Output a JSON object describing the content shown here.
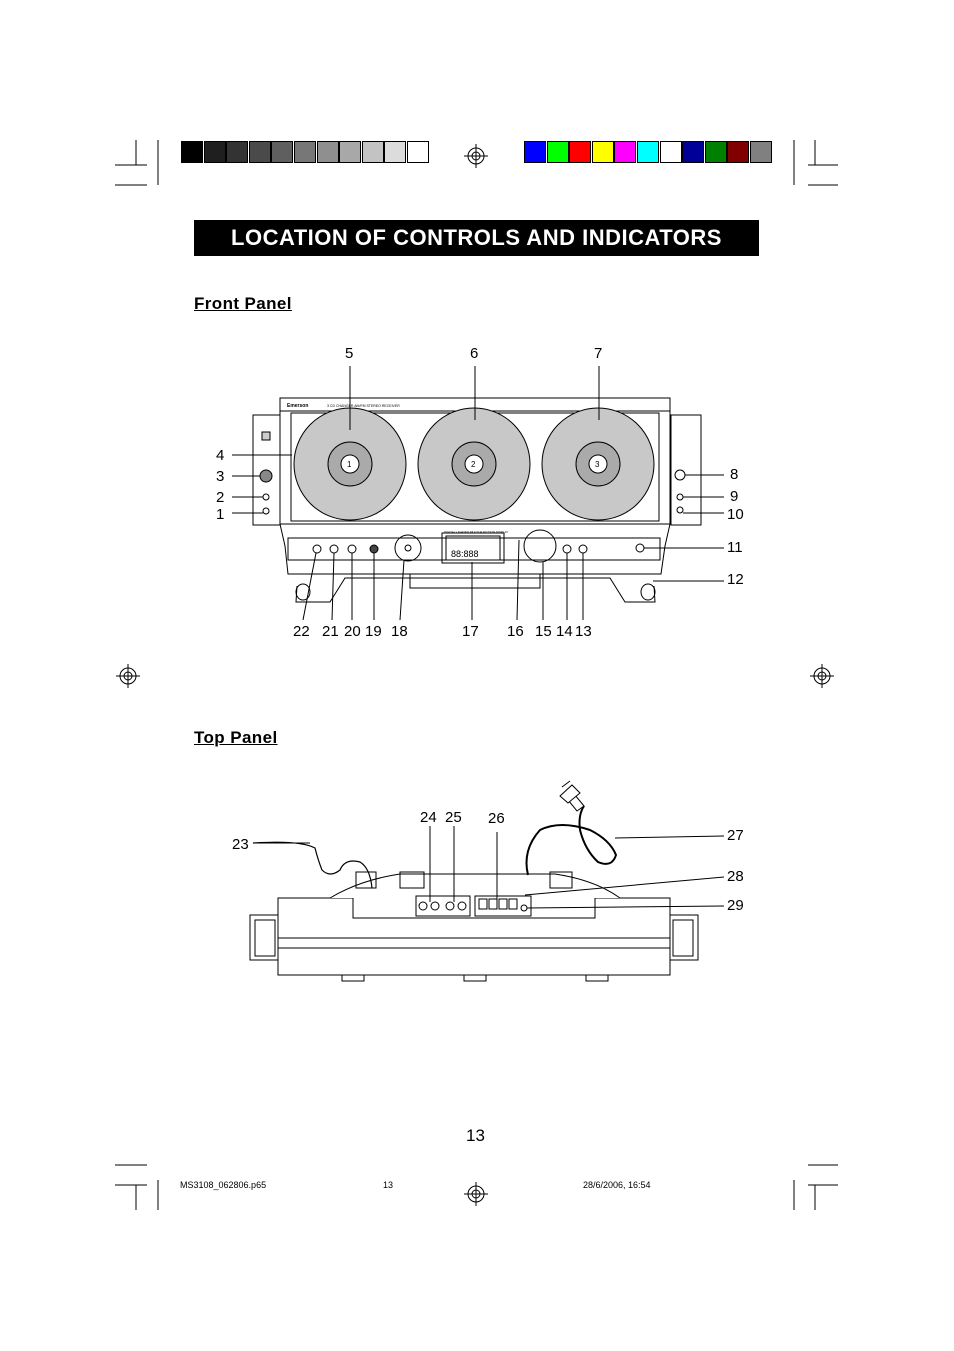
{
  "title": "LOCATION OF CONTROLS AND INDICATORS",
  "front_panel_heading": "Front Panel",
  "top_panel_heading": "Top Panel",
  "device": {
    "brand": "Emerson",
    "model_text": "3 CD CHANGER AM/FM STEREO RECEIVER",
    "display_label": "DIGITAL LIGHTED MULTI FUNCTION DISPLAY",
    "display_digits": "88:888",
    "disc_labels": [
      "1",
      "2",
      "3"
    ]
  },
  "front_callouts": {
    "top": [
      "5",
      "6",
      "7"
    ],
    "left": [
      "4",
      "3",
      "2",
      "1"
    ],
    "right": [
      "8",
      "9",
      "10",
      "11",
      "12"
    ],
    "bottom": [
      "22",
      "21",
      "20",
      "19",
      "18",
      "17",
      "16",
      "15",
      "14",
      "13"
    ]
  },
  "top_callouts": {
    "left": [
      "23"
    ],
    "upper": [
      "24",
      "25",
      "26"
    ],
    "right": [
      "27",
      "28",
      "29"
    ]
  },
  "page_number": "13",
  "footer": {
    "file": "MS3108_062806.p65",
    "page": "13",
    "date": "28/6/2006, 16:54"
  },
  "gray_swatches": [
    "#000000",
    "#1f1f1f",
    "#333333",
    "#4a4a4a",
    "#5f5f5f",
    "#777777",
    "#8f8f8f",
    "#a8a8a8",
    "#c3c3c3",
    "#dcdcdc",
    "#ffffff"
  ],
  "color_swatches": [
    "#0000ff",
    "#00ff00",
    "#ff0000",
    "#ffff00",
    "#ff00ff",
    "#00ffff",
    "#ffffff",
    "#000099",
    "#008000",
    "#800000",
    "#808080"
  ]
}
